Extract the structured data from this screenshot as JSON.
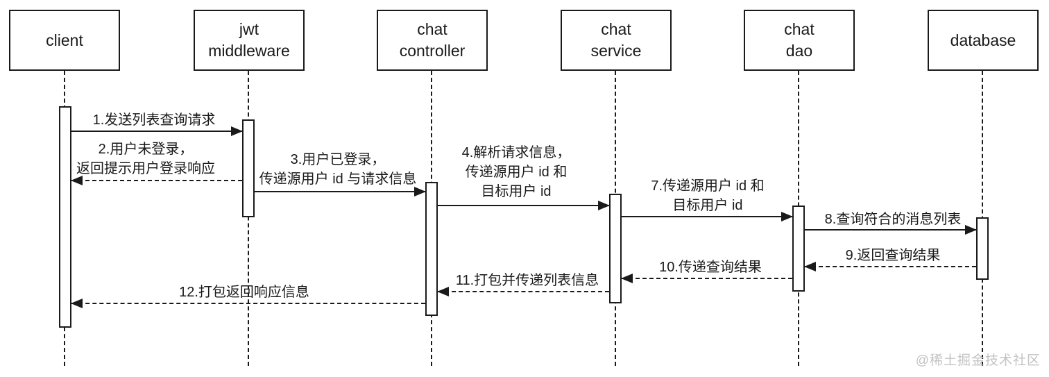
{
  "diagram": {
    "type": "sequence-diagram",
    "colors": {
      "line": "#1a1a1a",
      "background": "#ffffff",
      "watermark": "#c3c3c3"
    },
    "actors": [
      {
        "id": "client",
        "label": "client"
      },
      {
        "id": "jwt-middleware",
        "label": "jwt\nmiddleware"
      },
      {
        "id": "chat-controller",
        "label": "chat\ncontroller"
      },
      {
        "id": "chat-service",
        "label": "chat\nservice"
      },
      {
        "id": "chat-dao",
        "label": "chat\ndao"
      },
      {
        "id": "database",
        "label": "database"
      }
    ],
    "messages": [
      {
        "num": "1",
        "text": "1.发送列表查询请求",
        "from": "client",
        "to": "jwt middleware",
        "line": "solid",
        "direction": "right"
      },
      {
        "num": "2",
        "text": "2.用户未登录，\n返回提示用户登录响应",
        "from": "jwt middleware",
        "to": "client",
        "line": "dashed",
        "direction": "left"
      },
      {
        "num": "3",
        "text": "3.用户已登录，\n传递源用户 id 与请求信息",
        "from": "jwt middleware",
        "to": "chat controller",
        "line": "solid",
        "direction": "right"
      },
      {
        "num": "4",
        "text": "4.解析请求信息，\n传递源用户 id 和\n目标用户 id",
        "from": "chat controller",
        "to": "chat service",
        "line": "solid",
        "direction": "right"
      },
      {
        "num": "7",
        "text": "7.传递源用户 id 和\n目标用户 id",
        "from": "chat service",
        "to": "chat dao",
        "line": "solid",
        "direction": "right"
      },
      {
        "num": "8",
        "text": "8.查询符合的消息列表",
        "from": "chat dao",
        "to": "database",
        "line": "solid",
        "direction": "right"
      },
      {
        "num": "9",
        "text": "9.返回查询结果",
        "from": "database",
        "to": "chat dao",
        "line": "dashed",
        "direction": "left"
      },
      {
        "num": "10",
        "text": "10.传递查询结果",
        "from": "chat dao",
        "to": "chat service",
        "line": "dashed",
        "direction": "left"
      },
      {
        "num": "11",
        "text": "11.打包并传递列表信息",
        "from": "chat service",
        "to": "chat controller",
        "line": "dashed",
        "direction": "left"
      },
      {
        "num": "12",
        "text": "12.打包返回响应信息",
        "from": "chat controller",
        "to": "client",
        "line": "dashed",
        "direction": "left"
      }
    ],
    "watermark": "@稀土掘金技术社区"
  }
}
